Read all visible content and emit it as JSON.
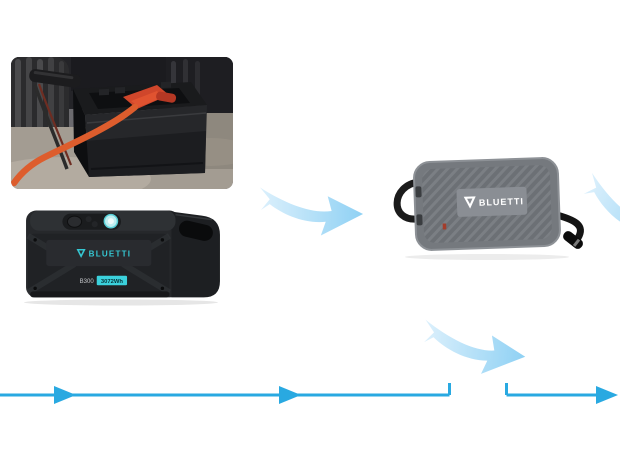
{
  "power_station": {
    "logo": "BLUETTI",
    "model_label": "B300",
    "capacity_badge": "3072Wh"
  },
  "adapter": {
    "logo": "BLUETTI"
  },
  "flow": {
    "arrow_icons": [
      "swoosh-arrow-right",
      "swoosh-arrow-right-clipped",
      "swoosh-arrow-right-down"
    ],
    "line_arrowheads": 3
  },
  "colors": {
    "flow_line_blue": "#29A9E1",
    "swoosh_gradient_start": "#DCF0FC",
    "swoosh_gradient_end": "#8FD1F4",
    "brand_cyan": "#35C7D2",
    "device_black": "#232528",
    "adapter_gray": "#75797E",
    "cable_orange": "#DD5D2D"
  }
}
